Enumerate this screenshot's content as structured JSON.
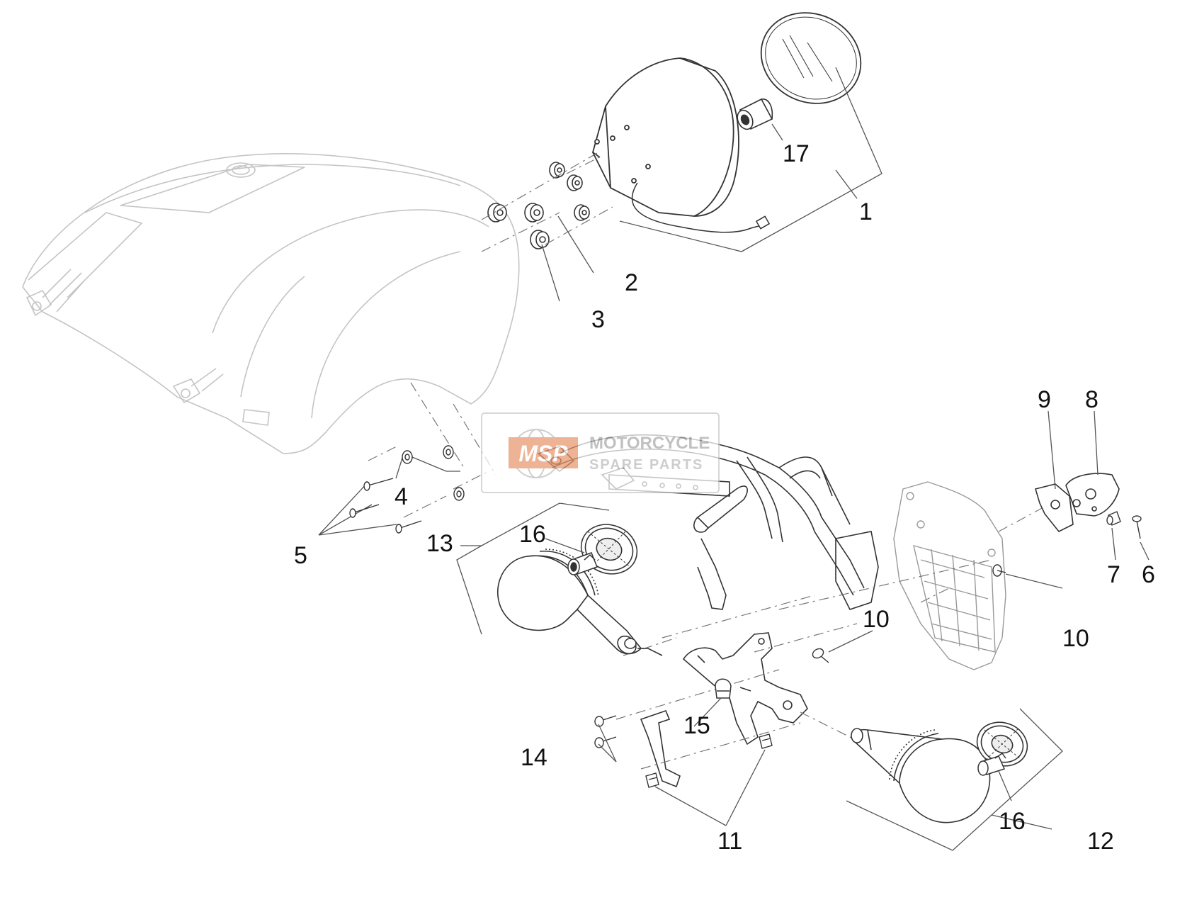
{
  "diagram": {
    "labels": {
      "n1": "1",
      "n2": "2",
      "n3": "3",
      "n4": "4",
      "n5": "5",
      "n6": "6",
      "n7": "7",
      "n8": "8",
      "n9": "9",
      "n10a": "10",
      "n10b": "10",
      "n11": "11",
      "n12": "12",
      "n13": "13",
      "n14": "14",
      "n15": "15",
      "n16a": "16",
      "n16b": "16",
      "n17": "17"
    }
  },
  "watermark": {
    "logo": "MSP",
    "line1": "MOTORCYCLE",
    "line2": "SPARE PARTS",
    "color_orange": "#e8956b",
    "color_gray": "#b8b8b8"
  }
}
